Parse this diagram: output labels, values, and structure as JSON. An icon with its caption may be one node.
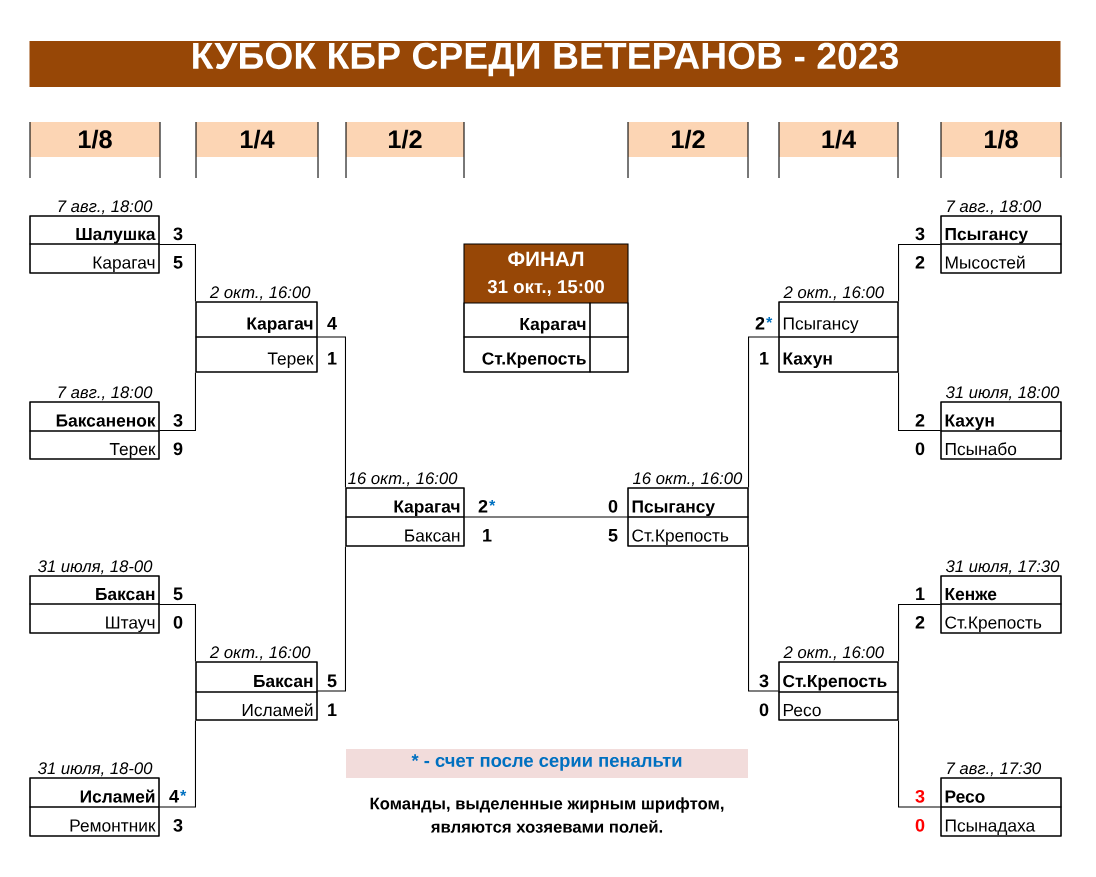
{
  "diagram": {
    "title": "КУБОК КБР СРЕДИ ВЕТЕРАНОВ - 2023",
    "nodes": [
      {
        "text": [
          "1/8"
        ]
      },
      {
        "text": [
          "1/4"
        ]
      },
      {
        "text": [
          "1/2"
        ]
      },
      {
        "text": [
          "1/2"
        ]
      },
      {
        "text": [
          "1/4"
        ]
      },
      {
        "text": [
          "1/8"
        ]
      },
      {
        "text": [],
        "shape": "box",
        "beside": [
          "7 авг., 18:00"
        ]
      },
      {
        "text": [
          "Шалушка"
        ],
        "in": 6,
        "beside": [
          "3"
        ]
      },
      {
        "text": [
          "Карагач"
        ],
        "in": 6,
        "beside": [
          "5"
        ]
      },
      {
        "text": [],
        "shape": "box",
        "beside": [
          "7 авг., 18:00"
        ]
      },
      {
        "text": [
          "Баксаненок"
        ],
        "in": 9,
        "beside": [
          "3"
        ]
      },
      {
        "text": [
          "Терек"
        ],
        "in": 9,
        "beside": [
          "9"
        ]
      },
      {
        "text": [],
        "shape": "box",
        "beside": [
          "31 июля, 18-00"
        ]
      },
      {
        "text": [
          "Баксан"
        ],
        "in": 12,
        "beside": [
          "5"
        ]
      },
      {
        "text": [
          "Штауч"
        ],
        "in": 12,
        "beside": [
          "0"
        ]
      },
      {
        "text": [],
        "shape": "box",
        "beside": [
          "31 июля, 18-00"
        ]
      },
      {
        "text": [
          "Исламей"
        ],
        "in": 15,
        "beside": [
          "4",
          "*"
        ]
      },
      {
        "text": [
          "Ремонтник"
        ],
        "in": 15,
        "beside": [
          "3"
        ]
      },
      {
        "text": [],
        "shape": "box",
        "beside": [
          "2 окт., 16:00"
        ]
      },
      {
        "text": [
          "Карагач"
        ],
        "in": 18,
        "beside": [
          "4"
        ]
      },
      {
        "text": [
          "Терек"
        ],
        "in": 18,
        "beside": [
          "1"
        ]
      },
      {
        "text": [],
        "shape": "box",
        "beside": [
          "2 окт., 16:00"
        ]
      },
      {
        "text": [
          "Баксан"
        ],
        "in": 21,
        "beside": [
          "5"
        ]
      },
      {
        "text": [
          "Исламей"
        ],
        "in": 21,
        "beside": [
          "1"
        ]
      },
      {
        "text": [],
        "shape": "box",
        "beside": [
          "16 окт., 16:00"
        ]
      },
      {
        "text": [
          "Карагач"
        ],
        "in": 24,
        "beside": [
          "2",
          "*"
        ]
      },
      {
        "text": [
          "Баксан"
        ],
        "in": 24,
        "beside": [
          "1"
        ]
      },
      {
        "text": [
          "ФИНАЛ",
          "31 окт., 15:00"
        ]
      },
      {
        "text": [
          "Карагач"
        ],
        "in": 27
      },
      {
        "text": [
          "Ст.Крепость"
        ],
        "in": 27
      },
      {
        "text": [],
        "shape": "box",
        "beside": [
          "16 окт., 16:00"
        ]
      },
      {
        "text": [
          "Псыгансу"
        ],
        "in": 30,
        "beside": [
          "0"
        ]
      },
      {
        "text": [
          "Ст.Крепость"
        ],
        "in": 30,
        "beside": [
          "5"
        ]
      },
      {
        "text": [],
        "shape": "box",
        "beside": [
          "2 окт., 16:00"
        ]
      },
      {
        "text": [
          "Псыгансу"
        ],
        "in": 33,
        "beside": [
          "2",
          "*"
        ]
      },
      {
        "text": [
          "Кахун"
        ],
        "in": 33,
        "beside": [
          "1"
        ]
      },
      {
        "text": [],
        "shape": "box",
        "beside": [
          "2 окт., 16:00"
        ]
      },
      {
        "text": [
          "Ст.Крепость"
        ],
        "in": 36,
        "beside": [
          "3"
        ]
      },
      {
        "text": [
          "Ресо"
        ],
        "in": 36,
        "beside": [
          "0"
        ]
      },
      {
        "text": [],
        "shape": "box",
        "beside": [
          "7 авг., 18:00"
        ]
      },
      {
        "text": [
          "Псыгансу"
        ],
        "in": 39,
        "beside": [
          "3"
        ]
      },
      {
        "text": [
          "Мысостей"
        ],
        "in": 39,
        "beside": [
          "2"
        ]
      },
      {
        "text": [],
        "shape": "box",
        "beside": [
          "31 июля, 18:00"
        ]
      },
      {
        "text": [
          "Кахун"
        ],
        "in": 42,
        "beside": [
          "2"
        ]
      },
      {
        "text": [
          "Псынабо"
        ],
        "in": 42,
        "beside": [
          "0"
        ]
      },
      {
        "text": [],
        "shape": "box",
        "beside": [
          "31 июля, 17:30"
        ]
      },
      {
        "text": [
          "Кенже"
        ],
        "in": 45,
        "beside": [
          "1"
        ]
      },
      {
        "text": [
          "Ст.Крепость"
        ],
        "in": 45,
        "beside": [
          "2"
        ]
      },
      {
        "text": [],
        "shape": "box",
        "beside": [
          "7 авг., 17:30"
        ]
      },
      {
        "text": [
          "Ресо"
        ],
        "in": 48,
        "beside": [
          "3"
        ]
      },
      {
        "text": [
          "Псынадаха"
        ],
        "in": 48,
        "beside": [
          "0"
        ]
      },
      {
        "text": [
          "* - счет после серии пенальти"
        ]
      }
    ],
    "edges": [
      {
        "from": 6,
        "to": 18,
        "arrow": "none"
      },
      {
        "from": 9,
        "to": 18,
        "arrow": "none"
      },
      {
        "from": 12,
        "to": 21,
        "arrow": "none"
      },
      {
        "from": 15,
        "to": 21,
        "arrow": "none"
      },
      {
        "from": 18,
        "to": 24,
        "arrow": "none"
      },
      {
        "from": 21,
        "to": 24,
        "arrow": "none"
      },
      {
        "from": 24,
        "to": 30,
        "arrow": "none"
      },
      {
        "from": 33,
        "to": 30,
        "arrow": "none"
      },
      {
        "from": 36,
        "to": 30,
        "arrow": "none"
      },
      {
        "from": 39,
        "to": 33,
        "arrow": "none"
      },
      {
        "from": 42,
        "to": 33,
        "arrow": "none"
      },
      {
        "from": 45,
        "to": 36,
        "arrow": "none"
      },
      {
        "from": 48,
        "to": 36,
        "arrow": "none"
      }
    ],
    "labels": [
      "Команды, выделенные жирным шрифтом, являются хозяевами полей."
    ]
  }
}
